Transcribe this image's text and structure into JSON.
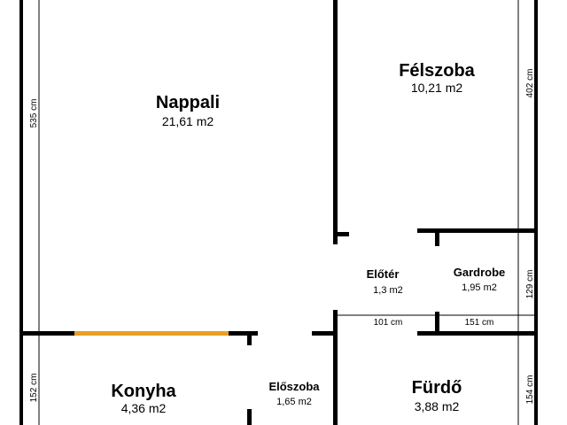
{
  "plan": {
    "rooms": [
      {
        "name": "Nappali",
        "area": "21,61 m2"
      },
      {
        "name": "Félszoba",
        "area": "10,21 m2"
      },
      {
        "name": "Előtér",
        "area": "1,3 m2"
      },
      {
        "name": "Gardrobe",
        "area": "1,95 m2"
      },
      {
        "name": "Konyha",
        "area": "4,36 m2"
      },
      {
        "name": "Előszoba",
        "area": "1,65 m2"
      },
      {
        "name": "Fürdő",
        "area": "3,88 m2"
      }
    ],
    "dimensions": {
      "left_upper": "535 cm",
      "left_lower": "152 cm",
      "right_top": "402 cm",
      "right_middle": "129 cm",
      "right_bottom": "154 cm",
      "inner_left": "101 cm",
      "inner_right": "151 cm"
    },
    "colors": {
      "wall": "#000000",
      "counter": "#E8A020"
    }
  }
}
